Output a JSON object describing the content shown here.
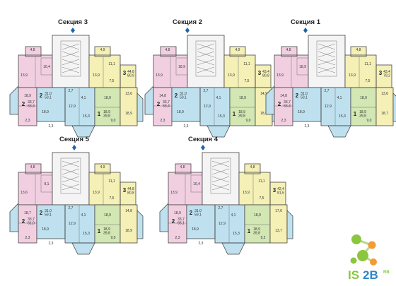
{
  "colors": {
    "pink": "#f1cfe1",
    "blue": "#bfe1ef",
    "yellow": "#f4f0b6",
    "green": "#d2e7b3",
    "core": "#f4f4f4",
    "wall": "#444444",
    "marker": "#1a66b0",
    "logo_green": "#8cc63f",
    "logo_orange": "#f39c33",
    "logo_blue": "#2f86c8"
  },
  "sections": [
    {
      "title": "Секция 3",
      "texts": {
        "p_top": "4,8",
        "p_bal": "2,3",
        "p_big": "13,9",
        "p_r1": "18,9",
        "p_r2": "10,4",
        "ab": "2",
        "ac": "33,7\n63,4",
        "a_r": "18,9",
        "bb": "2",
        "bc": "31,0\n59,1",
        "b_bal": "2,3",
        "b_r": "15,3",
        "b_k": "12,9",
        "y_top": "4,9",
        "y_big": "13,9",
        "y_r1": "11,1",
        "y_r2": "7,5",
        "yb": "3",
        "yc": "44,8\n80,9",
        "g_r1": "18,9",
        "g_r2": "9,0",
        "gb": "1",
        "gc": "18,9\n39,8",
        "c_top": "2,7",
        "c_mid": "4,1",
        "r_edge": "13,6",
        "r_small": "18,9"
      }
    },
    {
      "title": "Секция 2",
      "texts": {
        "p_top": "4,8",
        "p_bal": "2,3",
        "p_big": "13,9",
        "p_r1": "14,8",
        "p_r2": "18,9",
        "ab": "2",
        "ac": "33,7\n63,4",
        "a_r": "18,9",
        "bb": "2",
        "bc": "31,0\n59,1",
        "b_bal": "2,3",
        "b_r": "15,3",
        "b_k": "12,9",
        "y_top": "4,9",
        "y_big": "13,9",
        "y_r1": "11,1",
        "y_r2": "7,5",
        "yb": "3",
        "yc": "43,4\n80,8",
        "g_r1": "18,9",
        "g_r2": "9,0",
        "gb": "1",
        "gc": "18,9\n39,8",
        "c_top": "2,7",
        "c_mid": "4,1",
        "r_edge": "14,9",
        "r_small": "18,9"
      }
    },
    {
      "title": "Секция 1",
      "texts": {
        "p_top": "4,8",
        "p_bal": "2,3",
        "p_big": "13,9",
        "p_r1": "14,8",
        "p_r2": "18,9",
        "ab": "2",
        "ac": "33,7\n63,4",
        "a_r": "18,9",
        "bb": "2",
        "bc": "31,0\n59,1",
        "b_bal": "2,3",
        "b_r": "15,3",
        "b_k": "12,9",
        "y_top": "4,8",
        "y_big": "13,9",
        "y_r1": "11,1",
        "y_r2": "7,5",
        "yb": "3",
        "yc": "43,4\n79,2",
        "g_r1": "18,9",
        "g_r2": "9,0",
        "gb": "1",
        "gc": "18,9\n39,8",
        "c_top": "2,7",
        "c_mid": "4,1",
        "r_edge": "13,6",
        "r_small": "18,7"
      }
    },
    {
      "title": "Секция 5",
      "texts": {
        "p_top": "4,8",
        "p_bal": "2,3",
        "p_big": "13,6",
        "p_r1": "18,7",
        "p_r2": "9,1",
        "ab": "2",
        "ac": "33,7\n61,0",
        "a_r": "18,9",
        "bb": "2",
        "bc": "31,0\n59,1",
        "b_bal": "2,3",
        "b_r": "15,3",
        "b_k": "12,9",
        "y_top": "4,9",
        "y_big": "13,9",
        "y_r1": "11,1",
        "y_r2": "7,5",
        "yb": "3",
        "yc": "44,8\n80,8",
        "g_r1": "18,9",
        "g_r2": "9,0",
        "gb": "1",
        "gc": "18,9\n39,8",
        "c_top": "2,7",
        "c_mid": "4,1",
        "r_edge": "14,8",
        "r_small": "18,9"
      }
    },
    {
      "title": "Секция 4",
      "texts": {
        "p_top": "4,8",
        "p_bal": "2,3",
        "p_big": "13,9",
        "p_r1": "18,9",
        "p_r2": "10,4",
        "ab": "2",
        "ac": "33,7\n65,1",
        "a_r": "18,9",
        "bb": "2",
        "bc": "31,0\n59,1",
        "b_bal": "2,3",
        "b_r": "15,3",
        "b_k": "12,9",
        "y_top": "4,8",
        "y_big": "13,9",
        "y_r1": "11,1",
        "y_r2": "7,5",
        "yb": "3",
        "yc": "42,4\n81,6",
        "g_r1": "18,9",
        "g_r2": "9,2",
        "gb": "1",
        "gc": "18,9\n39,8",
        "c_top": "2,7",
        "c_mid": "4,1",
        "r_edge": "17,6",
        "r_small": "13,7"
      }
    }
  ],
  "logo": {
    "name": "IS2B",
    "sup": "RB",
    "icon": "molecule-logo-icon"
  }
}
